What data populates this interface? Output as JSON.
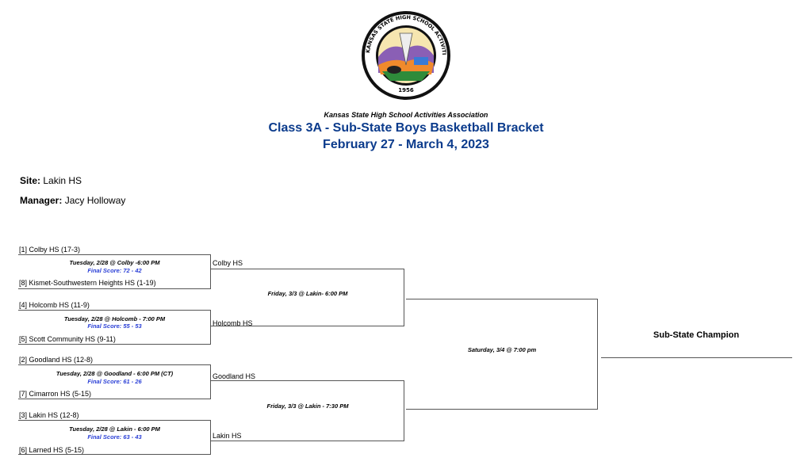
{
  "header": {
    "org": "Kansas State High School Activities Association",
    "title": "Class 3A - Sub-State Boys Basketball Bracket",
    "dates": "February 27 - March 4, 2023",
    "logo_text": "KANSAS STATE HIGH SCHOOL ACTIVITIES ASSOCIATION, INC",
    "logo_year": "1956"
  },
  "site": {
    "label": "Site:",
    "value": "Lakin HS"
  },
  "manager": {
    "label": "Manager:",
    "value": "Jacy Holloway"
  },
  "round1": [
    {
      "top": "[1] Colby HS   (17-3)",
      "game": "Tuesday, 2/28 @ Colby -6:00 PM",
      "score": "Final Score: 72 - 42",
      "bottom": "[8] Kismet-Southwestern Heights HS  (1-19)",
      "winner": "Colby HS"
    },
    {
      "top": "[4] Holcomb HS   (11-9)",
      "game": "Tuesday, 2/28 @ Holcomb - 7:00 PM",
      "score": "Final Score: 55 - 53",
      "bottom": "[5] Scott Community HS  (9-11)",
      "winner": "Holcomb HS"
    },
    {
      "top": "[2] Goodland HS   (12-8)",
      "game": "Tuesday, 2/28 @ Goodland - 6:00 PM (CT)",
      "score": "Final Score: 61 - 26",
      "bottom": "[7] Cimarron HS  (5-15)",
      "winner": "Goodland HS"
    },
    {
      "top": "[3] Lakin HS   (12-8)",
      "game": "Tuesday, 2/28 @ Lakin - 6:00 PM",
      "score": "Final Score: 63 - 43",
      "bottom": "[6] Larned HS  (5-15)",
      "winner": "Lakin HS"
    }
  ],
  "semis": [
    {
      "game": "Friday, 3/3 @ Lakin- 6:00 PM"
    },
    {
      "game": "Friday, 3/3 @ Lakin - 7:30 PM"
    }
  ],
  "final": {
    "game": "Saturday, 3/4 @ 7:00 pm"
  },
  "champion": {
    "label": "Sub-State Champion"
  }
}
